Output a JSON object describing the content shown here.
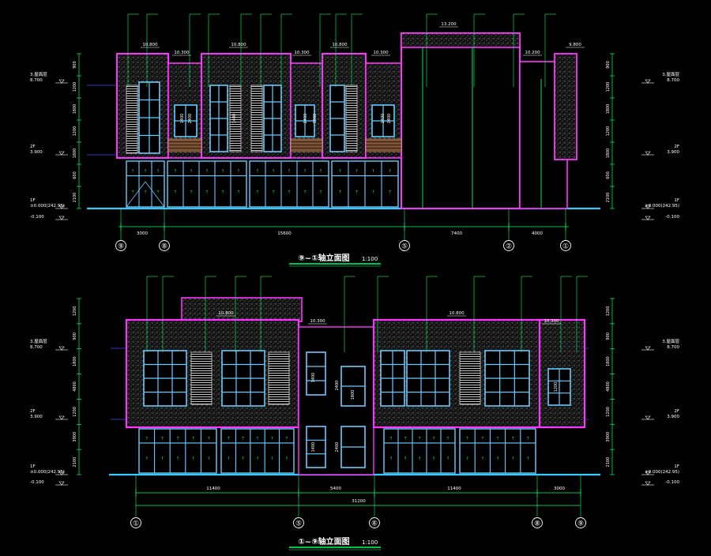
{
  "colors": {
    "background": "#000000",
    "outline": "#ff33ff",
    "dim": "#00ff66",
    "window": "#66ccff",
    "ground": "#33ccff",
    "text": "#ffffff",
    "axis": "#00ff66",
    "accent": "#ff3333"
  },
  "elevations": [
    {
      "title": "⑨~①轴立面图",
      "scale": "1:100",
      "levels_left": [
        {
          "name": "3.屋面层",
          "elev": "8.700"
        },
        {
          "name": "2F",
          "elev": "3.900"
        },
        {
          "name": "1F",
          "elev": "±0.000(242.95)"
        },
        {
          "name": "",
          "elev": "-0.100"
        }
      ],
      "levels_right": [
        {
          "name": "3.屋面层",
          "elev": "8.700"
        },
        {
          "name": "2F",
          "elev": "3.900"
        },
        {
          "name": "1F",
          "elev": "±0.000(242.95)"
        },
        {
          "name": "",
          "elev": "-0.100"
        }
      ],
      "vertical_dims": [
        "900",
        "1200",
        "1800",
        "1200",
        "1800",
        "600",
        "2100"
      ],
      "top_elevs": [
        "10.800",
        "10.300",
        "10.800",
        "10.300",
        "10.800",
        "10.300",
        "13.200",
        "10.200",
        "9.800"
      ],
      "span_dims": [
        "3000",
        "15600",
        "7400",
        "4000"
      ],
      "axes": [
        "⑨",
        "⑧",
        "⑤",
        "②",
        "①"
      ],
      "window_dims": [
        "1400",
        "2400",
        "1400",
        "2400",
        "1800",
        "1400",
        "2400"
      ]
    },
    {
      "title": "①~⑨轴立面图",
      "scale": "1:100",
      "levels_left": [
        {
          "name": "3.屋面层",
          "elev": "8.700"
        },
        {
          "name": "2F",
          "elev": "3.900"
        },
        {
          "name": "1F",
          "elev": "±0.000(242.95)"
        },
        {
          "name": "",
          "elev": "-0.100"
        }
      ],
      "levels_right": [
        {
          "name": "3.屋面层",
          "elev": "8.700"
        },
        {
          "name": "2F",
          "elev": "3.900"
        },
        {
          "name": "1F",
          "elev": "±0.000(242.95)"
        },
        {
          "name": "",
          "elev": "-0.100"
        }
      ],
      "vertical_dims": [
        "1200",
        "900",
        "1800",
        "4800",
        "1200",
        "3900",
        "2100"
      ],
      "top_elevs": [
        "10.800",
        "10.300",
        "10.800",
        "10.300"
      ],
      "span_dims": [
        "11400",
        "5400",
        "11400",
        "3000",
        "31200"
      ],
      "axes": [
        "①",
        "⑤",
        "⑥",
        "⑧",
        "⑨"
      ],
      "window_dims": [
        "1400",
        "2400",
        "1400",
        "2400",
        "1800",
        "1200"
      ]
    }
  ]
}
